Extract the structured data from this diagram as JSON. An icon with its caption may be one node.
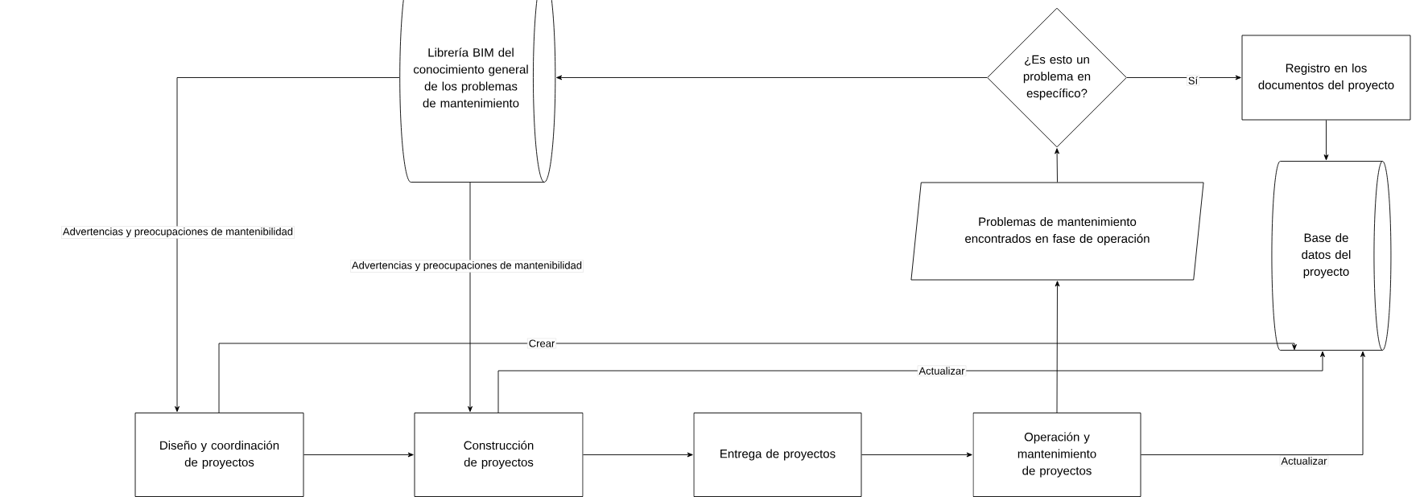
{
  "diagram": {
    "nodes": [
      {
        "text": [
          "Librería BIM del conocimiento general de los problemas de mantenimiento"
        ]
      },
      {
        "text": [
          "¿Es esto un problema en específico?"
        ]
      },
      {
        "text": [
          "Registro en los documentos del proyecto"
        ]
      },
      {
        "text": [
          "Problemas de mantenimiento encontrados en fase de operación"
        ]
      },
      {
        "text": [
          "Base de datos del proyecto"
        ]
      },
      {
        "text": [
          "Diseño y coordinación de proyectos"
        ]
      },
      {
        "text": [
          "Construcción de proyectos"
        ]
      },
      {
        "text": [
          "Entrega de proyectos"
        ]
      },
      {
        "text": [
          "Operación y mantenimiento de proyectos"
        ]
      }
    ],
    "edges": [
      {
        "from": 1,
        "to": 0,
        "arrow": "to"
      },
      {
        "from": 1,
        "to": 2,
        "arrow": "to",
        "label": "Sí"
      },
      {
        "from": 2,
        "to": 4,
        "arrow": "to"
      },
      {
        "from": 3,
        "to": 1,
        "arrow": "to"
      },
      {
        "from": 8,
        "to": 3,
        "arrow": "to"
      },
      {
        "from": 0,
        "to": 5,
        "arrow": "to",
        "label": "Advertencias y preocupaciones de mantenibilidad"
      },
      {
        "from": 0,
        "to": 6,
        "arrow": "to",
        "label": "Advertencias y preocupaciones de mantenibilidad"
      },
      {
        "from": 5,
        "to": 6,
        "arrow": "to"
      },
      {
        "from": 6,
        "to": 7,
        "arrow": "to"
      },
      {
        "from": 7,
        "to": 8,
        "arrow": "to"
      },
      {
        "from": 5,
        "to": 4,
        "arrow": "to",
        "label": "Crear"
      },
      {
        "from": 6,
        "to": 4,
        "arrow": "to",
        "label": "Actualizar"
      },
      {
        "from": 8,
        "to": 4,
        "arrow": "to",
        "label": "Actualizar"
      }
    ]
  }
}
